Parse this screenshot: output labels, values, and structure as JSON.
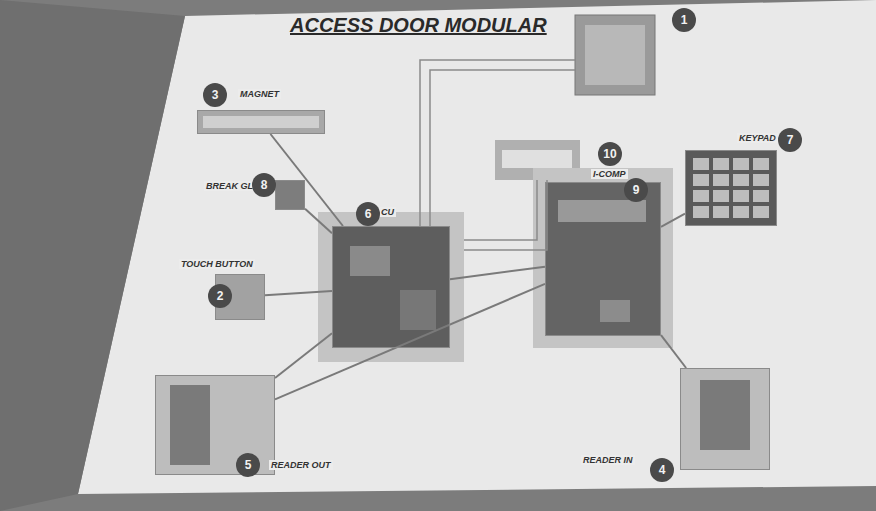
{
  "diagram": {
    "title": "ACCESS DOOR MODULAR",
    "nodes": [
      {
        "text": [
          "MAGNET"
        ]
      },
      {
        "text": [
          "BREAK GLASS"
        ]
      },
      {
        "text": [
          "CU"
        ]
      },
      {
        "text": [
          "TOUCH BUTTON"
        ]
      },
      {
        "text": [
          "I-COMP"
        ]
      },
      {
        "text": [
          "KEYPAD"
        ]
      },
      {
        "text": [
          "READER OUT"
        ]
      },
      {
        "text": [
          "READER IN"
        ]
      }
    ],
    "edges": [
      {
        "from": 0,
        "to": 2,
        "arrow": "none"
      },
      {
        "from": 1,
        "to": 2,
        "arrow": "none"
      },
      {
        "from": 3,
        "to": 2,
        "arrow": "none"
      },
      {
        "from": 2,
        "to": 4,
        "arrow": "none"
      },
      {
        "from": 2,
        "to": 6,
        "arrow": "none"
      },
      {
        "from": 4,
        "to": 5,
        "arrow": "none"
      },
      {
        "from": 4,
        "to": 7,
        "arrow": "none"
      },
      {
        "from": 6,
        "to": 4,
        "arrow": "none"
      }
    ],
    "labels": [
      "1",
      "3",
      "8",
      "6",
      "2",
      "10",
      "9",
      "7",
      "5",
      "4"
    ]
  }
}
